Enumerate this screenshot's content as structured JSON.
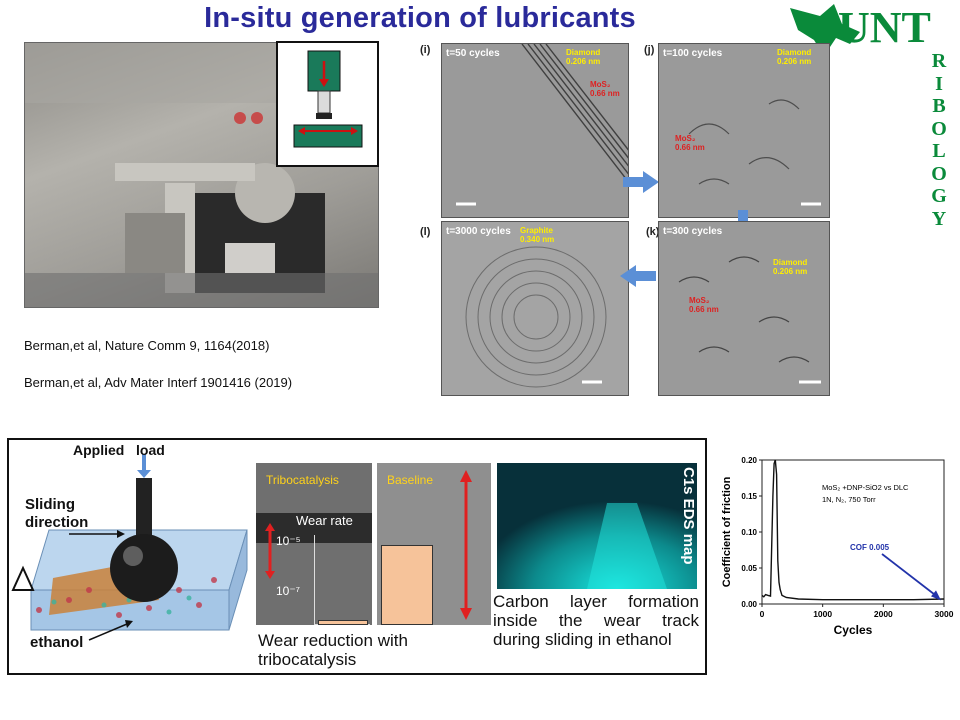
{
  "title": "In-situ generation of lubricants",
  "logo": {
    "wordmark": "UNT",
    "letters": [
      "R",
      "I",
      "B",
      "O",
      "L",
      "O",
      "G",
      "Y"
    ],
    "color": "#0a8a3a"
  },
  "references": [
    "Berman,et al, Nature Comm 9, 1164(2018)",
    "Berman,et al, Adv Mater Interf 1901416 (2019)"
  ],
  "tem": {
    "i": {
      "panel": "(i)",
      "cycles": "t=50 cycles",
      "notes": [
        {
          "text": "Diamond\n0.206 nm",
          "color": "#ffee00"
        },
        {
          "text": "MoS₂\n0.66 nm",
          "color": "#dd2222"
        }
      ]
    },
    "j": {
      "panel": "(j)",
      "cycles": "t=100 cycles",
      "notes": [
        {
          "text": "Diamond\n0.206 nm",
          "color": "#ffee00"
        },
        {
          "text": "MoS₂\n0.66 nm",
          "color": "#dd2222"
        }
      ]
    },
    "k": {
      "panel": "(k)",
      "cycles": "t=300 cycles",
      "notes": [
        {
          "text": "Diamond\n0.206 nm",
          "color": "#ffee00"
        },
        {
          "text": "MoS₂\n0.66 nm",
          "color": "#dd2222"
        }
      ]
    },
    "l": {
      "panel": "(l)",
      "cycles": "t=3000 cycles",
      "notes": [
        {
          "text": "Graphite\n0.340 nm",
          "color": "#ffee00"
        }
      ]
    }
  },
  "schematic": {
    "applied_load": "Applied   load",
    "sliding": "Sliding\ndirection",
    "ethanol": "ethanol"
  },
  "wear": {
    "tribocatalysis": "Tribocatalysis",
    "baseline": "Baseline",
    "wear_rate": "Wear rate",
    "ticks": [
      "10⁻⁵",
      "10⁻⁷"
    ],
    "bar_fraction": {
      "tribocatalysis": 0.06,
      "baseline": 0.84
    },
    "caption": "Wear reduction with\ntribocatalysis"
  },
  "eds": {
    "label": "C1s EDS map",
    "caption": "Carbon layer formation inside the wear track during sliding in ethanol"
  },
  "chart_data": {
    "type": "line",
    "title": "",
    "xlabel": "Cycles",
    "ylabel": "Coefficient of friction",
    "xlim": [
      0,
      3000
    ],
    "ylim": [
      0,
      0.2
    ],
    "xticks": [
      0,
      1000,
      2000,
      3000
    ],
    "yticks": [
      0.0,
      0.05,
      0.1,
      0.15,
      0.2
    ],
    "ytick_labels": [
      "0.00",
      "0.05",
      "0.10",
      "0.15",
      "0.20"
    ],
    "legend_lines": [
      "MoS₂ +DNP-SiO2 vs DLC",
      "1N, N₂, 750 Torr"
    ],
    "annotation": {
      "text": "COF 0.005",
      "color": "#2233aa",
      "point": [
        2950,
        0.005
      ]
    },
    "series": [
      {
        "x": [
          0,
          30,
          60,
          100,
          140,
          180,
          200,
          220,
          240,
          260,
          280,
          300,
          330,
          400,
          600,
          1000,
          1500,
          2000,
          2500,
          3000
        ],
        "y": [
          0.012,
          0.01,
          0.013,
          0.012,
          0.011,
          0.15,
          0.195,
          0.2,
          0.18,
          0.06,
          0.03,
          0.02,
          0.012,
          0.009,
          0.007,
          0.006,
          0.006,
          0.006,
          0.006,
          0.007
        ],
        "color": "#111111"
      }
    ]
  }
}
